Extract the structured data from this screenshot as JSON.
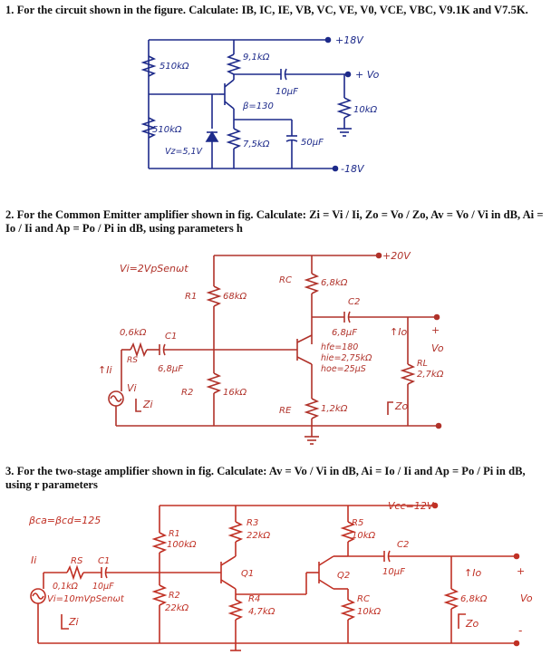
{
  "problems": [
    {
      "title": "1. For the circuit shown in the figure. Calculate: IB, IC, IE, VB, VC, VE, V0, VCE, VBC, V9.1K and V7.5K."
    },
    {
      "title": "2. For the Common Emitter amplifier shown in fig. Calculate: Zi = Vi / Ii, Zo = Vo / Zo, Av = Vo / Vi in dB, Ai = Io / Ii and Ap = Po / Pi in dB, using parameters h"
    },
    {
      "title": "3. For the two-stage amplifier shown in fig. Calculate: Av = Vo / Vi in dB, Ai = Io / Ii and Ap = Po / Pi in dB, using r parameters"
    }
  ],
  "circuit1": {
    "vplus": "+18V",
    "vminus": "-18V",
    "r510_top": "510kΩ",
    "r9_1": "9,1kΩ",
    "cap10": "10µF",
    "vo": "+ Vo",
    "beta": "β=130",
    "r10": "10kΩ",
    "r510_bot": "510kΩ",
    "vz": "Vz=5,1V",
    "r7_5": "7,5kΩ",
    "cap50": "50µF"
  },
  "circuit2": {
    "vcc": "+20V",
    "vi_src": "Vi=2VpSenωt",
    "rc": "RC",
    "rc_val": "6,8kΩ",
    "r1": "R1",
    "r1_val": "68kΩ",
    "c2": "C2",
    "c2_val": "6,8µF",
    "rs_val": "0,6kΩ",
    "c1": "C1",
    "rs": "RS",
    "c1_val": "6,8µF",
    "hfe": "hfe=180",
    "hie": "hie=2,75kΩ",
    "hoe": "hoe=25µS",
    "io": "↑Io",
    "plus": "+",
    "vo": "Vo",
    "rl": "RL",
    "rl_val": "2,7kΩ",
    "ii": "↑Ii",
    "vi": "Vi",
    "zi": "Zi",
    "r2": "R2",
    "r2_val": "16kΩ",
    "re": "RE",
    "re_val": "1,2kΩ",
    "zo": "Zo"
  },
  "circuit3": {
    "vcc": "Vcc=12V",
    "beta": "βca=βcd=125",
    "r1": "R1",
    "r1_val": "100kΩ",
    "r3": "R3",
    "r3_val": "22kΩ",
    "r5": "R5",
    "r5_val": "10kΩ",
    "c2": "C2",
    "c2_val": "10µF",
    "ii": "Ii",
    "rs": "RS",
    "c1": "C1",
    "rs_val": "0,1kΩ",
    "c1_val": "10µF",
    "q1": "Q1",
    "q2": "Q2",
    "io": "↑Io",
    "plus": "+",
    "vi_src": "Vi=10mVpSenωt",
    "r2": "R2",
    "r2_val": "22kΩ",
    "r4": "R4",
    "r4_val": "4,7kΩ",
    "r6": "RC",
    "r6_val": "10kΩ",
    "rl_val": "6,8kΩ",
    "vo": "Vo",
    "zi": "Zi",
    "zo": "Zo",
    "minus": "-"
  },
  "colors": {
    "ink1": "#1d2a8a",
    "ink2": "#b0322a",
    "ink3": "#c03024",
    "inkBlue": "#2a2f8f"
  }
}
